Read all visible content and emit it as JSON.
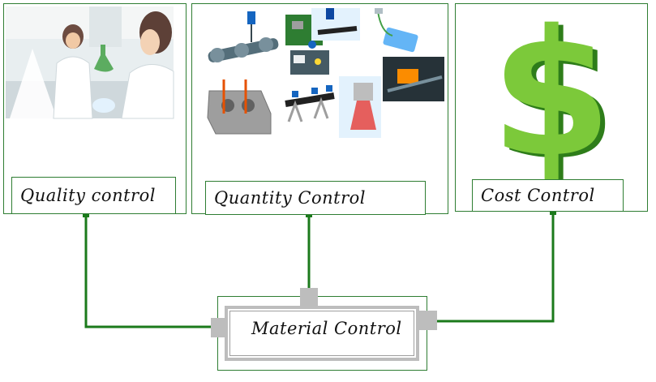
{
  "labels": {
    "quality": "Quality control",
    "quantity": "Quantity Control",
    "cost": "Cost Control",
    "material": "Material Control"
  },
  "icons": {
    "quality_panel": "laboratory-scientists-photo",
    "quantity_panel": "industrial-sensors-collage",
    "cost_panel": "green-dollar-sign-icon"
  },
  "colors": {
    "line": "#1b7a1b",
    "border": "#2e7d32",
    "dollar": "#4caf2f",
    "connector": "#bdbdbd"
  }
}
